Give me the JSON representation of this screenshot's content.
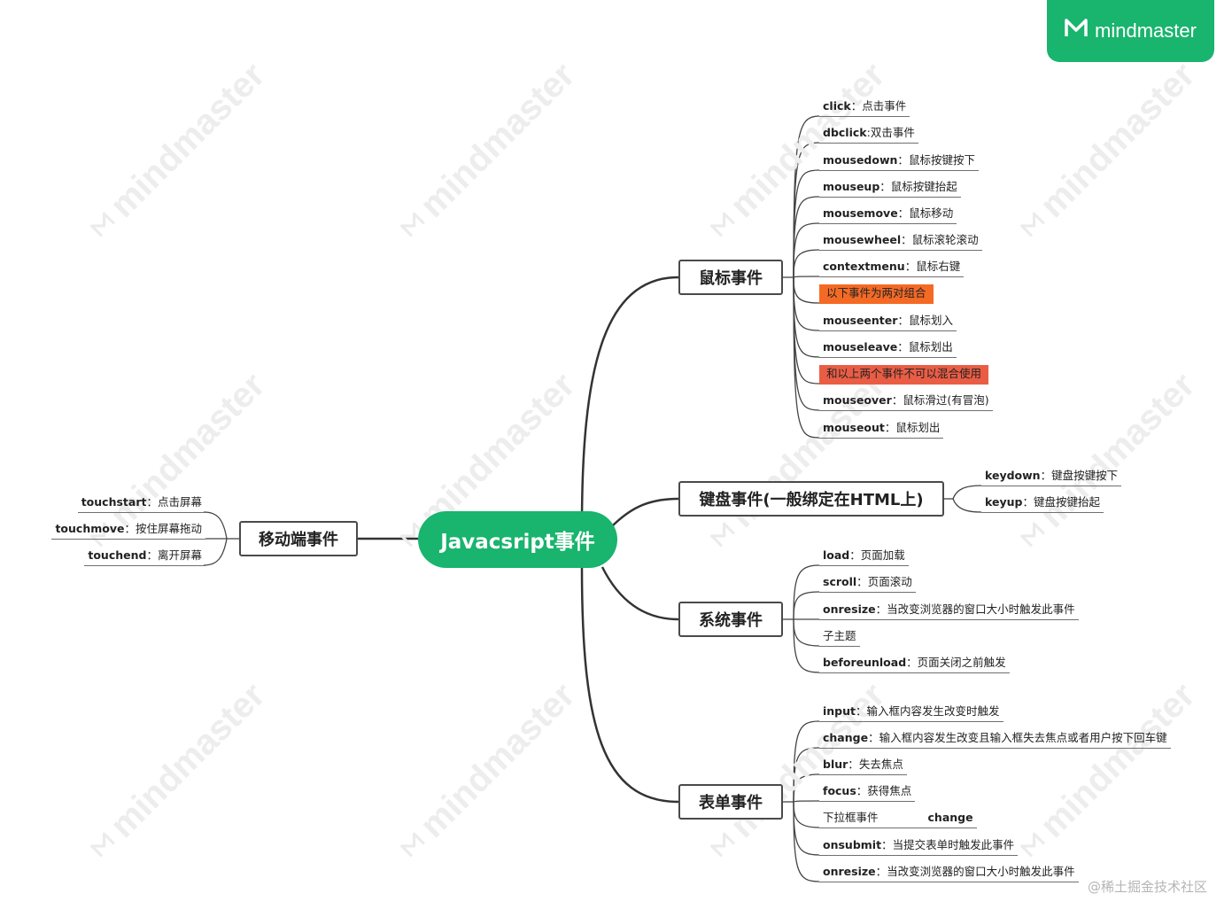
{
  "brand": {
    "name": "mindmaster",
    "icon": "mindmaster-logo-icon"
  },
  "watermark": {
    "text": "mindmaster",
    "icon": "mindmaster-logo-icon"
  },
  "footer_text": "@稀土掘金技术社区",
  "central_topic": "Javacsript事件",
  "colors": {
    "brand": "#19b46d",
    "highlight_orange": "#f46a25",
    "highlight_red": "#ea5d45",
    "line": "#333333"
  },
  "branches": {
    "mouse": {
      "label": "鼠标事件",
      "items": [
        {
          "key": "click",
          "sep": "：",
          "text": "点击事件"
        },
        {
          "key": "dbclick",
          "sep": ":",
          "text": "双击事件"
        },
        {
          "key": "mousedown",
          "sep": "：",
          "text": "鼠标按键按下"
        },
        {
          "key": "mouseup",
          "sep": "：",
          "text": "鼠标按键抬起"
        },
        {
          "key": "mousemove",
          "sep": "：",
          "text": "鼠标移动"
        },
        {
          "key": "mousewheel",
          "sep": "：",
          "text": "鼠标滚轮滚动"
        },
        {
          "key": "contextmenu",
          "sep": "：",
          "text": "鼠标右键"
        },
        {
          "key": "",
          "sep": "",
          "text": "以下事件为两对组合",
          "highlight": "#f46a25"
        },
        {
          "key": "mouseenter",
          "sep": "：",
          "text": "鼠标划入"
        },
        {
          "key": "mouseleave",
          "sep": "：",
          "text": "鼠标划出"
        },
        {
          "key": "",
          "sep": "",
          "text": "和以上两个事件不可以混合使用",
          "highlight": "#ea5d45"
        },
        {
          "key": "mouseover",
          "sep": "：",
          "text": "鼠标滑过(有冒泡)"
        },
        {
          "key": "mouseout",
          "sep": "：",
          "text": "鼠标划出"
        }
      ]
    },
    "keyboard": {
      "label": "键盘事件(一般绑定在HTML上)",
      "items": [
        {
          "key": "keydown",
          "sep": "：",
          "text": "键盘按键按下"
        },
        {
          "key": "keyup",
          "sep": "：",
          "text": "键盘按键抬起"
        }
      ]
    },
    "system": {
      "label": "系统事件",
      "items": [
        {
          "key": "load",
          "sep": "：",
          "text": "页面加载"
        },
        {
          "key": "scroll",
          "sep": "：",
          "text": "页面滚动"
        },
        {
          "key": "onresize",
          "sep": "：",
          "text": "当改变浏览器的窗口大小时触发此事件"
        },
        {
          "key": "",
          "sep": "",
          "text": "子主题"
        },
        {
          "key": "beforeunload",
          "sep": "：",
          "text": "页面关闭之前触发"
        }
      ]
    },
    "form": {
      "label": "表单事件",
      "items": [
        {
          "key": "input",
          "sep": "：",
          "text": "输入框内容发生改变时触发"
        },
        {
          "key": "change",
          "sep": "：",
          "text": "输入框内容发生改变且输入框失去焦点或者用户按下回车键"
        },
        {
          "key": "blur",
          "sep": "：",
          "text": "失去焦点"
        },
        {
          "key": "focus",
          "sep": "：",
          "text": "获得焦点"
        },
        {
          "key": "",
          "sep": "",
          "text": "下拉框事件",
          "suffix": "change"
        },
        {
          "key": "onsubmit",
          "sep": "：",
          "text": "当提交表单时触发此事件"
        },
        {
          "key": "onresize",
          "sep": "：",
          "text": "当改变浏览器的窗口大小时触发此事件"
        }
      ]
    },
    "mobile": {
      "label": "移动端事件",
      "items": [
        {
          "key": "touchstart",
          "sep": "：",
          "text": "点击屏幕"
        },
        {
          "key": "touchmove",
          "sep": "：",
          "text": "按住屏幕拖动"
        },
        {
          "key": "touchend",
          "sep": "：",
          "text": "离开屏幕"
        }
      ]
    }
  }
}
